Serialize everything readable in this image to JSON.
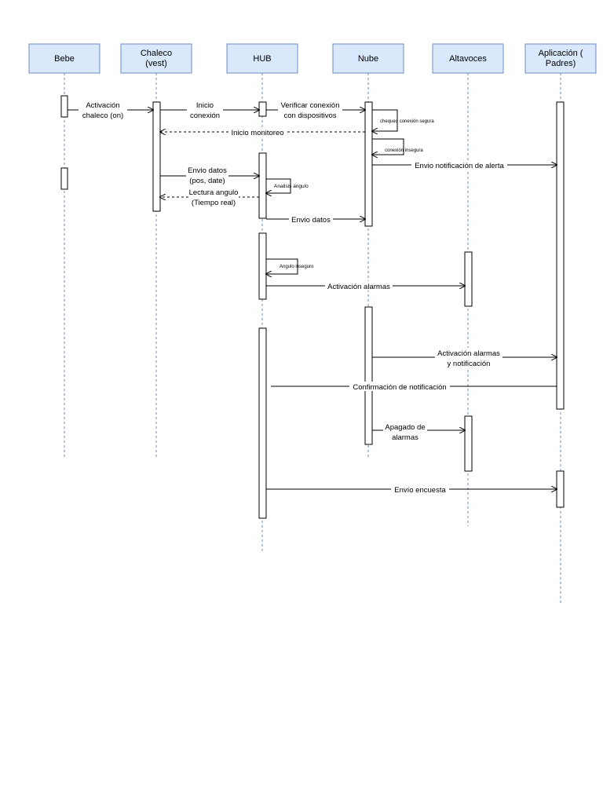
{
  "actors": [
    {
      "id": "bebe",
      "label": [
        "Bebe"
      ]
    },
    {
      "id": "chaleco",
      "label": [
        "Chaleco",
        "(vest)"
      ]
    },
    {
      "id": "hub",
      "label": [
        "HUB"
      ]
    },
    {
      "id": "nube",
      "label": [
        "Nube"
      ]
    },
    {
      "id": "altavoces",
      "label": [
        "Altavoces"
      ]
    },
    {
      "id": "app",
      "label": [
        "Aplicación (",
        "Padres)"
      ]
    }
  ],
  "messages": {
    "activacion_chaleco": [
      "Activación",
      "chaleco (on)"
    ],
    "inicio_conexion": [
      "Inicio",
      "conexión"
    ],
    "verificar_conexion": [
      "Verificar conexión",
      "con dispositivos"
    ],
    "chequeo_conexion_segura": "chequeo conexión segura",
    "inicio_monitoreo": "Inicio monitoreo",
    "conexion_insegura": "conexión insegura",
    "envio_notificacion_alerta": "Envio notificación de alerta",
    "envio_datos_pos": [
      "Envio datos",
      "(pos, date)"
    ],
    "analisis_angulo": "Analisis angulo",
    "lectura_angulo": [
      "Lectura angulo",
      "(Tiempo real)"
    ],
    "envio_datos": "Envio datos",
    "angulo_inseguro": "Angulo inseguro",
    "activacion_alarmas": "Activación alarmas",
    "activacion_alarmas_notificacion": [
      "Activación alarmas",
      "y notificación"
    ],
    "confirmacion_notificacion": "Confirmación de notificación",
    "apagado_alarmas": [
      "Apagado de",
      "alarmas"
    ],
    "envio_encuesta": "Envío encuesta"
  }
}
